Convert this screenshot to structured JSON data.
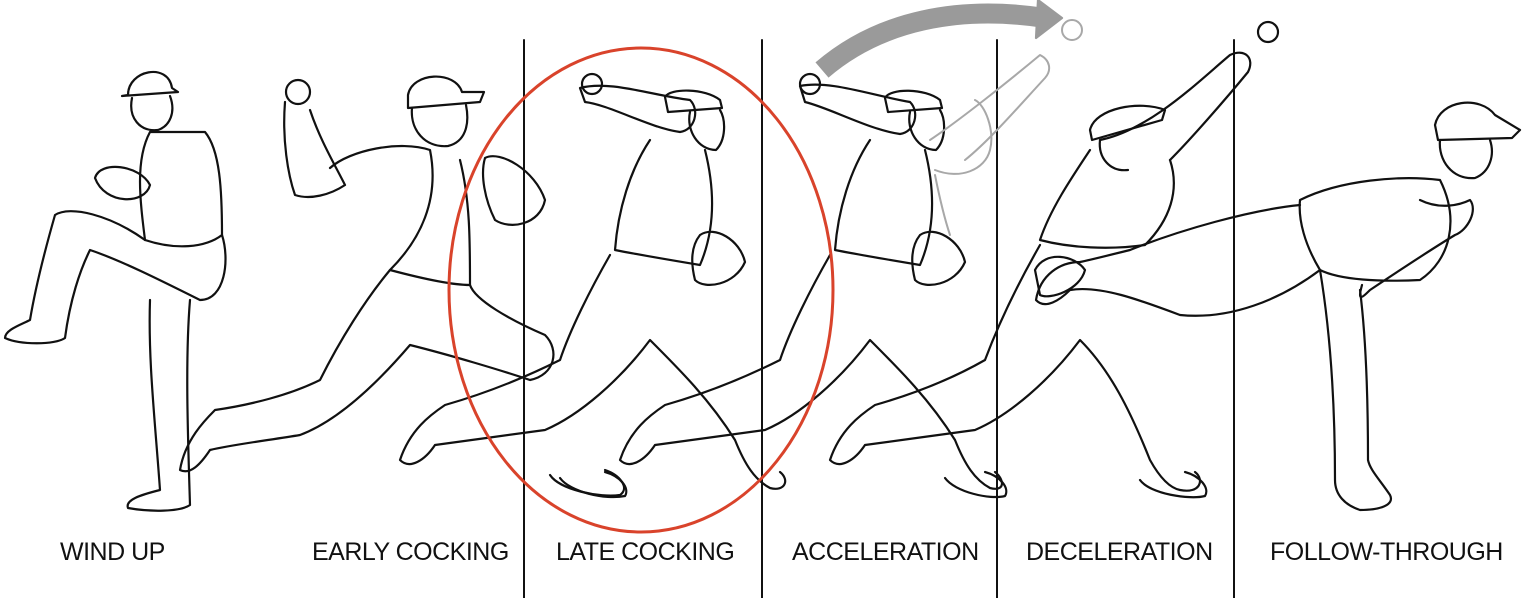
{
  "diagram": {
    "phases": [
      {
        "id": "wind-up",
        "label": "WIND UP"
      },
      {
        "id": "early-cocking",
        "label": "EARLY COCKING"
      },
      {
        "id": "late-cocking",
        "label": "LATE COCKING",
        "highlighted": true
      },
      {
        "id": "acceleration",
        "label": "ACCELERATION"
      },
      {
        "id": "deceleration",
        "label": "DECELERATION"
      },
      {
        "id": "follow-through",
        "label": "FOLLOW-THROUGH"
      }
    ],
    "colors": {
      "line": "#111111",
      "highlight_ellipse": "#d9432b",
      "motion_arrow": "#9a9a9a",
      "ghost_figure": "#a8a8a8"
    },
    "icons": {
      "highlight": "ellipse-outline",
      "motion": "curved-arrow"
    }
  }
}
